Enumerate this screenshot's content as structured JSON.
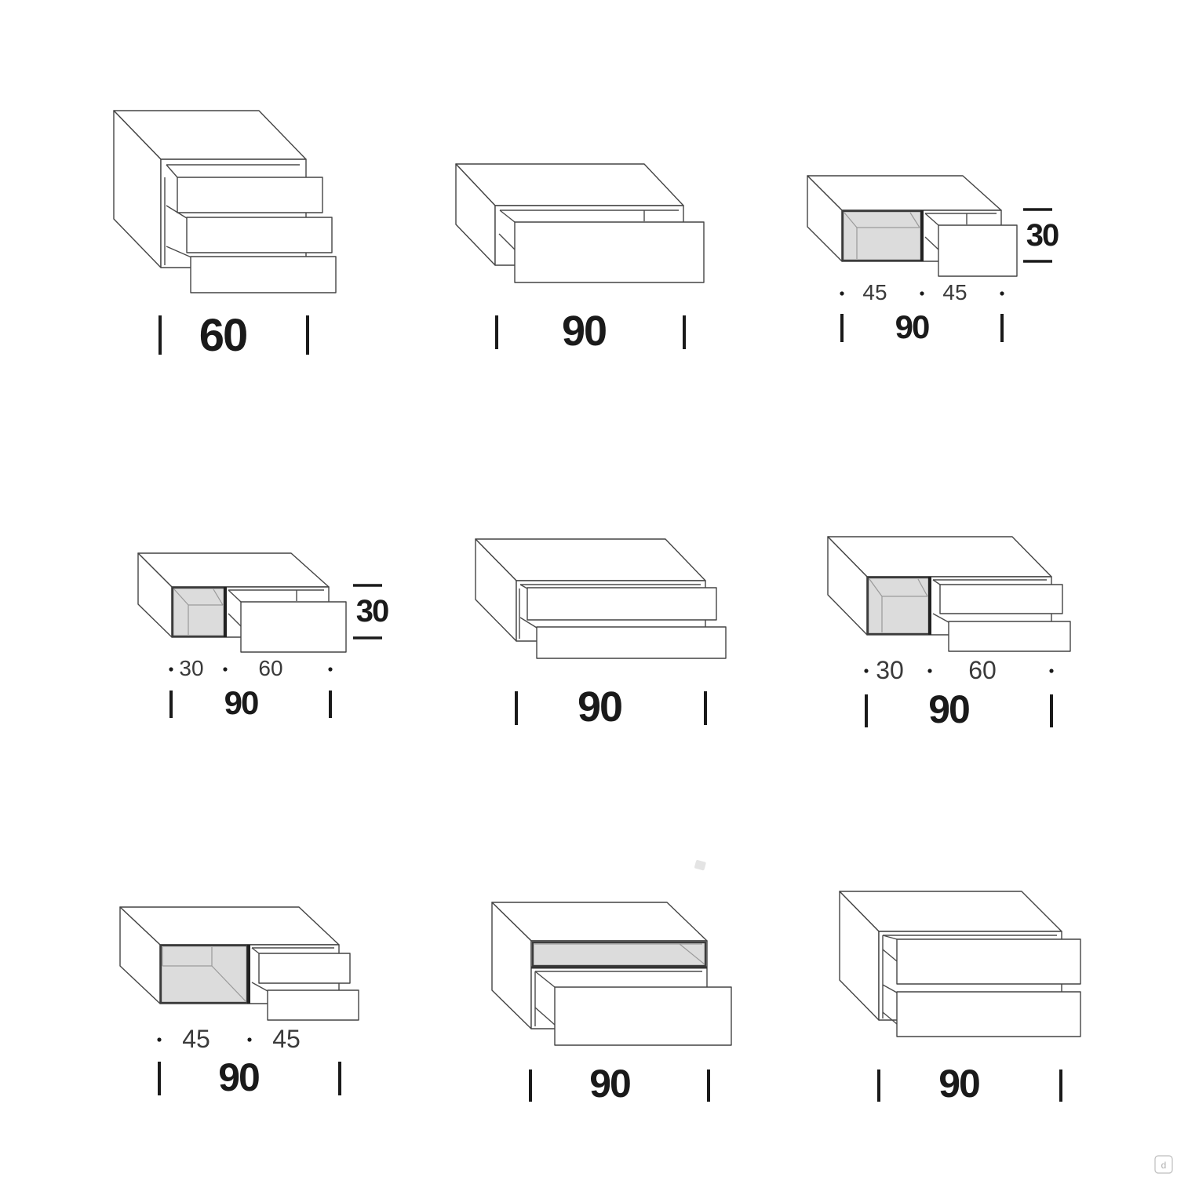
{
  "units": [
    {
      "id": "u1",
      "width": "60",
      "parts": []
    },
    {
      "id": "u2",
      "width": "90",
      "parts": []
    },
    {
      "id": "u3",
      "width": "90",
      "parts": [
        "45",
        "45"
      ],
      "height": "30"
    },
    {
      "id": "u4",
      "width": "90",
      "parts": [
        "30",
        "60"
      ],
      "height": "30"
    },
    {
      "id": "u5",
      "width": "90",
      "parts": []
    },
    {
      "id": "u6",
      "width": "90",
      "parts": [
        "30",
        "60"
      ]
    },
    {
      "id": "u7",
      "width": "90",
      "parts": [
        "45",
        "45"
      ]
    },
    {
      "id": "u8",
      "width": "90",
      "parts": []
    },
    {
      "id": "u9",
      "width": "90",
      "parts": []
    }
  ],
  "corner_mark": {
    "icon": "logo-mark-icon",
    "glyph": "d"
  }
}
